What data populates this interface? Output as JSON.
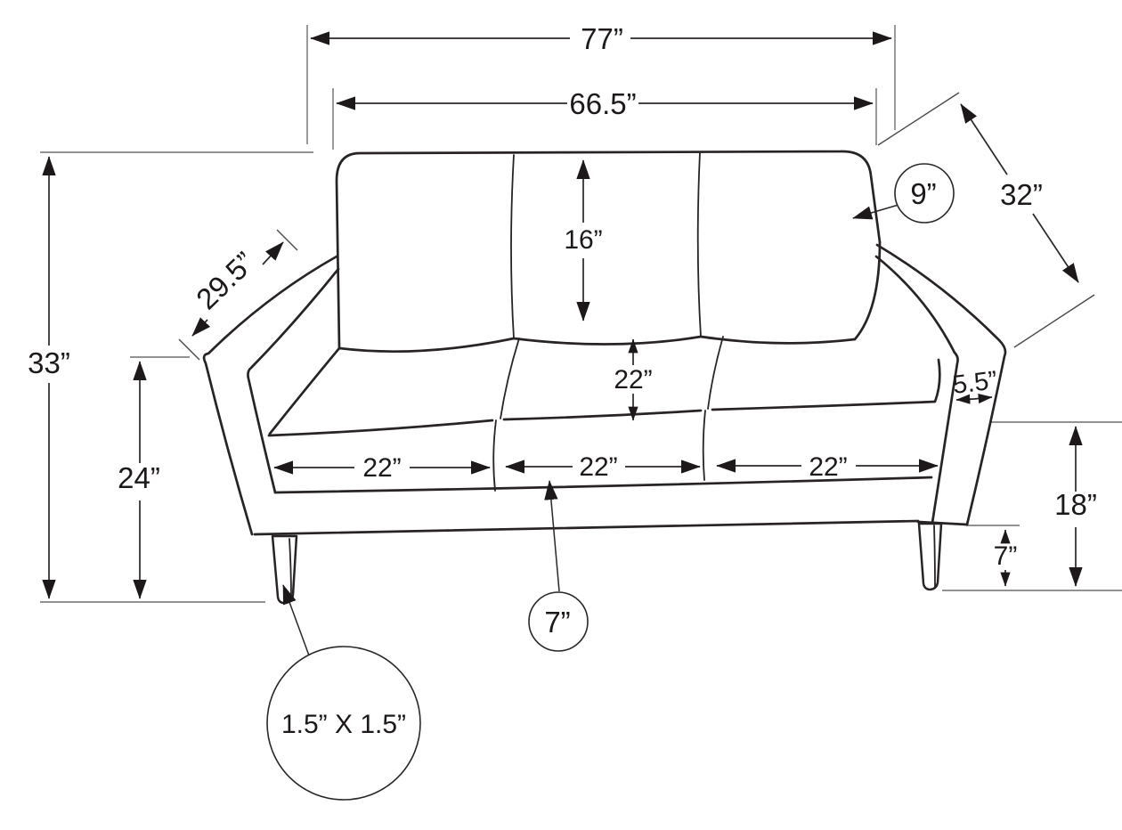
{
  "diagram": {
    "subject": "sofa-dimension-drawing",
    "colors": {
      "line": "#282324",
      "dimension_line": "#2b2627",
      "extension_line": "#6f6f6f",
      "background": "#ffffff"
    },
    "dimensions": {
      "overall_width": "77”",
      "back_width": "66.5”",
      "back_diagonal_height": "32”",
      "back_cushion_thickness": "9”",
      "backrest_inner_height": "16”",
      "arm_length": "29.5”",
      "overall_height": "33”",
      "arm_height": "24”",
      "seat_cushion_depth": "22”",
      "arm_thickness": "5.5”",
      "seat_width_left": "22”",
      "seat_width_center": "22”",
      "seat_width_right": "22”",
      "floor_to_seat_height": "18”",
      "leg_height": "7”",
      "seat_front_rail_callout": "7”",
      "leg_cross_section": "1.5” X 1.5”"
    }
  }
}
